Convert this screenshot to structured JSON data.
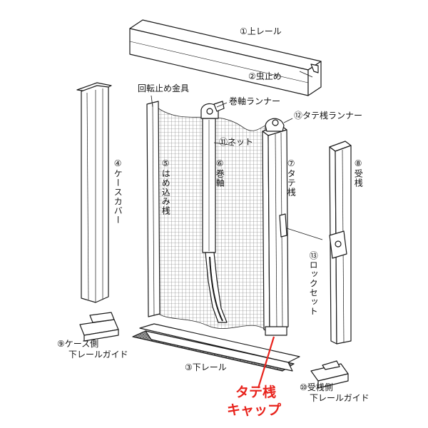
{
  "labels": {
    "top_rail": "①上レール",
    "insect_guard": "②虫止め",
    "lower_rail": "③下レール",
    "case_cover": "④ケースカバー",
    "insert_bar": "⑤はめ込み桟",
    "roll_shaft": "⑥巻軸",
    "vertical_bar": "⑦タテ桟",
    "receiver_bar": "⑧受桟",
    "case_guide_line1": "⑨ケース側",
    "case_guide_line2": "下レールガイド",
    "receiver_guide_line1": "⑩受桟側",
    "receiver_guide_line2": "下レールガイド",
    "net": "⑪ネット",
    "vertical_runner": "⑫タテ桟ランナー",
    "lock_set": "⑬ロックセット",
    "rotation_stopper": "回転止め金具",
    "shaft_runner": "巻軸ランナー"
  },
  "callout": {
    "line1": "タテ桟",
    "line2": "キャップ"
  },
  "colors": {
    "line": "#1a1a1a",
    "callout": "#e8231c",
    "mesh": "#555555"
  }
}
